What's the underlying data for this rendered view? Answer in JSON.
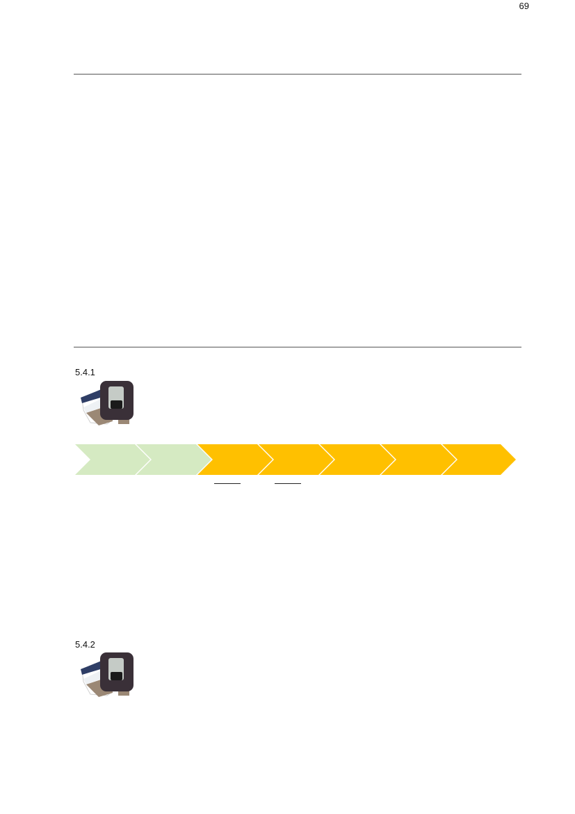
{
  "page": {
    "page_number": "69"
  },
  "sections": [
    {
      "number": "5.4.1",
      "icon": "train-front-icon"
    },
    {
      "number": "5.4.2",
      "icon": "train-front-icon"
    }
  ],
  "progress": {
    "total_steps": 7,
    "completed_steps": 2,
    "colors": {
      "completed": "#d5eac2",
      "pending": "#ffc000",
      "separator": "#ffffff"
    }
  },
  "colors": {
    "train_body": "#3a3038",
    "train_window": "#c5cbc6",
    "train_stripe": "#2f3e66",
    "train_base": "#9b8875",
    "rule": "#555555"
  }
}
